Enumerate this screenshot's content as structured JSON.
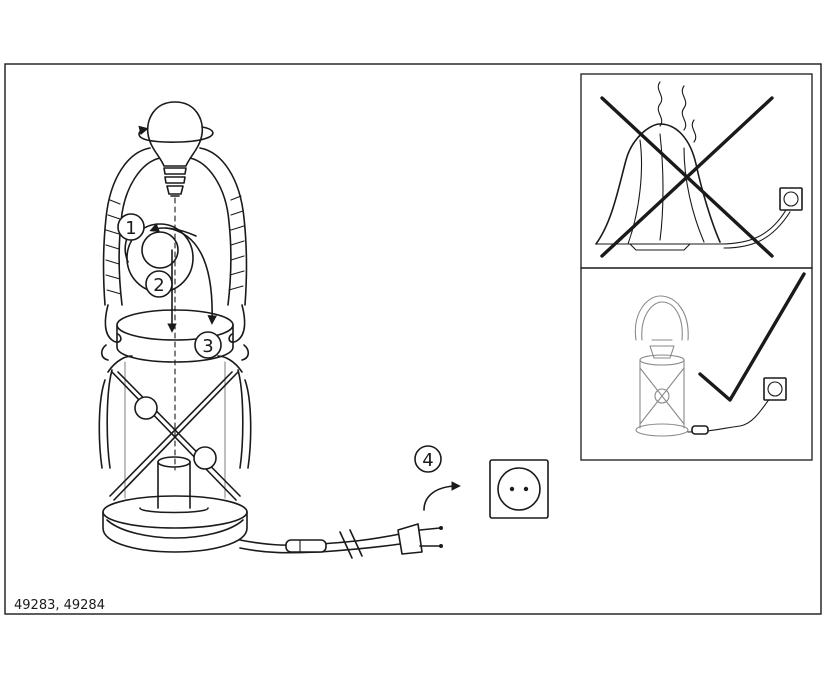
{
  "model_numbers": "49283, 49284",
  "steps": [
    "1",
    "2",
    "3",
    "4"
  ]
}
